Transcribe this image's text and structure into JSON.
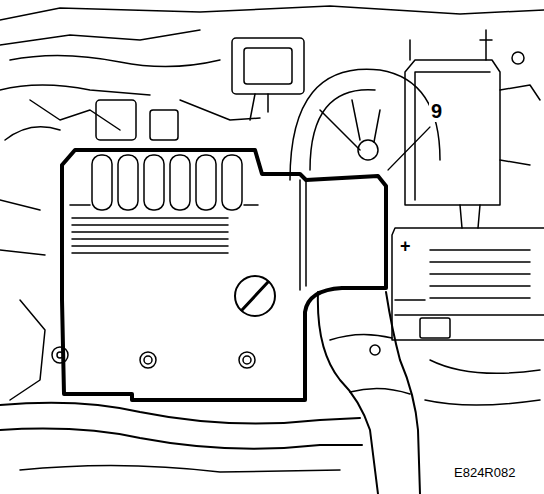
{
  "diagram": {
    "labels": [
      "9",
      "+",
      "E824R082"
    ]
  }
}
